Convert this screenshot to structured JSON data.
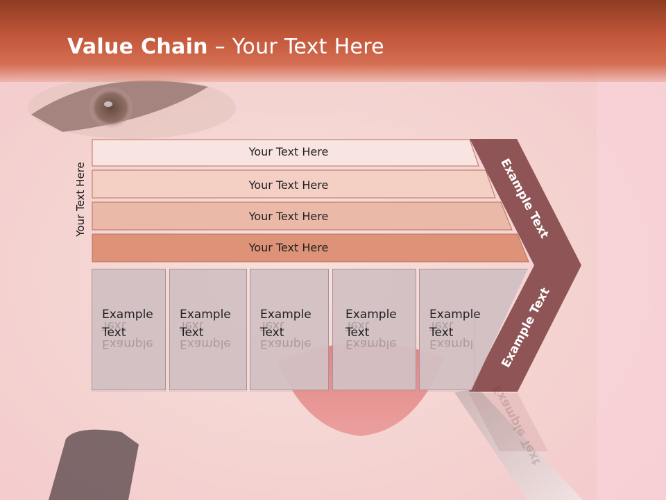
{
  "slide": {
    "title_bold": "Value Chain",
    "title_rest": " – Your Text Here",
    "side_label": "Your Text Here"
  },
  "rows": [
    {
      "label": "Your Text Here"
    },
    {
      "label": "Your Text Here"
    },
    {
      "label": "Your Text Here"
    },
    {
      "label": "Your Text Here"
    }
  ],
  "boxes": [
    {
      "line1": "Example",
      "line2": "Text"
    },
    {
      "line1": "Example",
      "line2": "Text"
    },
    {
      "line1": "Example",
      "line2": "Text"
    },
    {
      "line1": "Example",
      "line2": "Text"
    },
    {
      "line1": "Example",
      "line2": "Text"
    }
  ],
  "chevron": {
    "top_label": "Example Text",
    "bottom_label": "Example Text"
  },
  "colors": {
    "title_bar": "#b8502f",
    "chevron": "#8f5456",
    "row1": "#f8e4e0",
    "row2": "#f3cfc4",
    "row3": "#eab9a7",
    "row4": "#de9278"
  }
}
